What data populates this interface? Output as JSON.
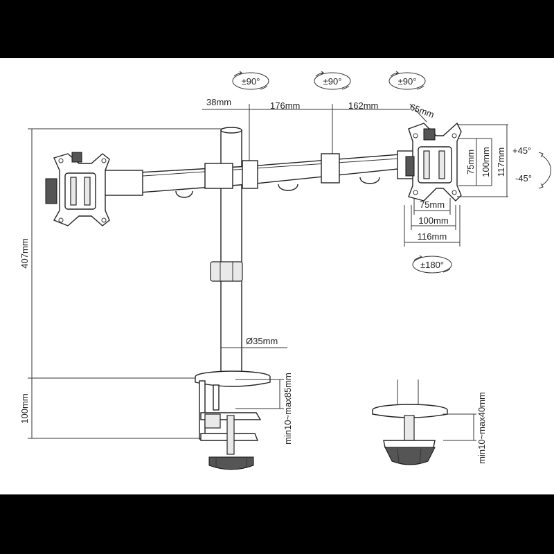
{
  "rotation": {
    "arm_left": "±90°",
    "arm_mid": "±90°",
    "arm_right": "±90°",
    "rotate": "±180°"
  },
  "dims": {
    "arm_38": "38mm",
    "arm_176": "176mm",
    "arm_162": "162mm",
    "arm_65": "65mm",
    "h_75": "75mm",
    "h_100": "100mm",
    "h_117": "117mm",
    "w_75": "75mm",
    "w_100": "100mm",
    "w_116": "116mm",
    "tilt_up": "+45°",
    "tilt_down": "-45°",
    "pole_height": "407mm",
    "clamp_height": "100mm",
    "pole_diameter": "Ø35mm",
    "desk_clamp": "min10~max85mm",
    "grommet_clamp": "min10~max40mm"
  }
}
